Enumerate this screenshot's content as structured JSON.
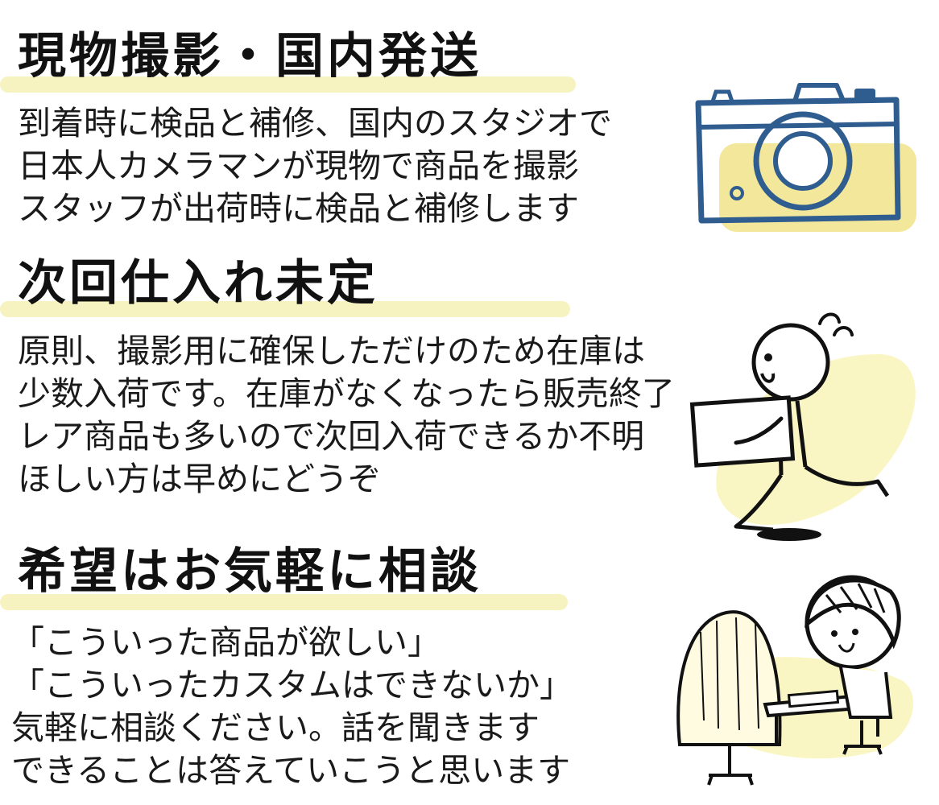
{
  "colors": {
    "highlight": "#f7f3c0",
    "camera_blue": "#2f5d8f",
    "camera_fill": "#f2e79a",
    "ink": "#111111",
    "blob_yellow": "#faf6c4"
  },
  "sections": [
    {
      "heading": "現物撮影・国内発送",
      "lines": [
        "到着時に検品と補修、国内のスタジオで",
        "日本人カメラマンが現物で商品を撮影",
        "スタッフが出荷時に検品と補修します"
      ],
      "illustration_icon": "camera-icon"
    },
    {
      "heading": "次回仕入れ未定",
      "lines": [
        "原則、撮影用に確保しただけのため在庫は",
        "少数入荷です。在庫がなくなったら販売終了",
        "レア商品も多いので次回入荷できるか不明",
        "ほしい方は早めにどうぞ"
      ],
      "illustration_icon": "running-person-with-box-icon"
    },
    {
      "heading": "希望はお気軽に相談",
      "lines": [
        "「こういった商品が欲しい」",
        "「こういったカスタムはできないか」",
        "気軽に相談ください。話を聞きます",
        "できることは答えていこうと思います"
      ],
      "illustration_icon": "consultation-desk-icon"
    }
  ]
}
